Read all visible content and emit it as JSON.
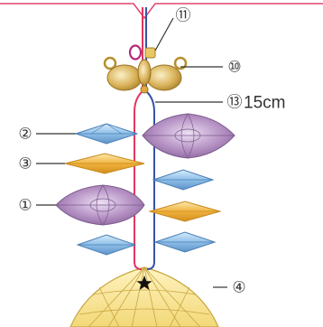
{
  "colors": {
    "frame_line": "#e2456c",
    "cord_red": "#e0375e",
    "cord_blue": "#3552a8",
    "gold": "#d9b25a",
    "gold_light": "#f4e3a6",
    "blue_bead": "#8fbfe8",
    "orange_bead": "#f0b33e",
    "purple_bead": "#b591c4",
    "label_line": "#333333"
  },
  "labels": {
    "bead_1": "①",
    "bead_2": "②",
    "bead_3": "③",
    "base_4": "④",
    "cap_10": "⑩",
    "ring_11": "⑪",
    "cord_13": "⑬",
    "cord_13_length": "15cm"
  },
  "icons": {
    "base_marker": "star-icon"
  }
}
